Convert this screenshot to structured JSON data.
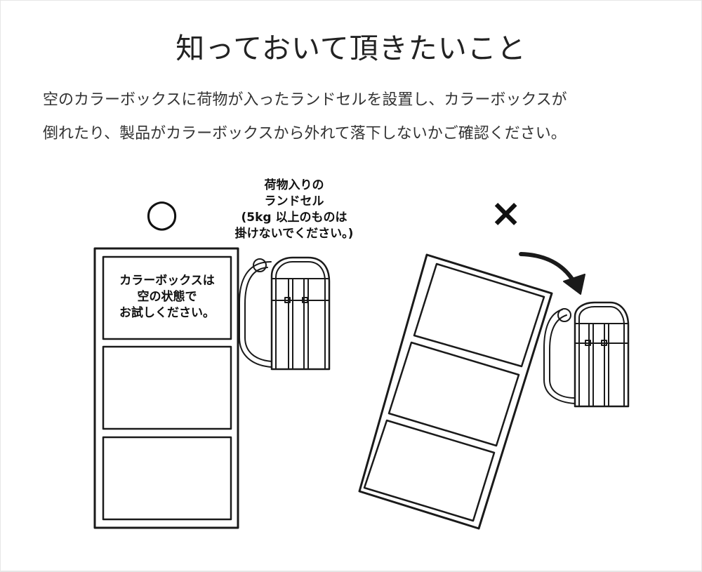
{
  "title": "知っておいて頂きたいこと",
  "description": {
    "line1": "空のカラーボックスに荷物が入ったランドセルを設置し、カラーボックスが",
    "line2": "倒れたり、製品がカラーボックスから外れて落下しないかご確認ください。"
  },
  "good_example": {
    "mark": "○",
    "box_label": {
      "line1": "カラーボックスは",
      "line2": "空の状態で",
      "line3": "お試しください。"
    },
    "randoseru_label": {
      "line1": "荷物入りの",
      "line2": "ランドセル",
      "line3": "(5kg 以上のものは",
      "line4": "掛けないでください。)"
    }
  },
  "bad_example": {
    "mark": "×"
  },
  "colors": {
    "line": "#1a1a1a",
    "background": "#ffffff",
    "frame": "#e6e6e6"
  }
}
